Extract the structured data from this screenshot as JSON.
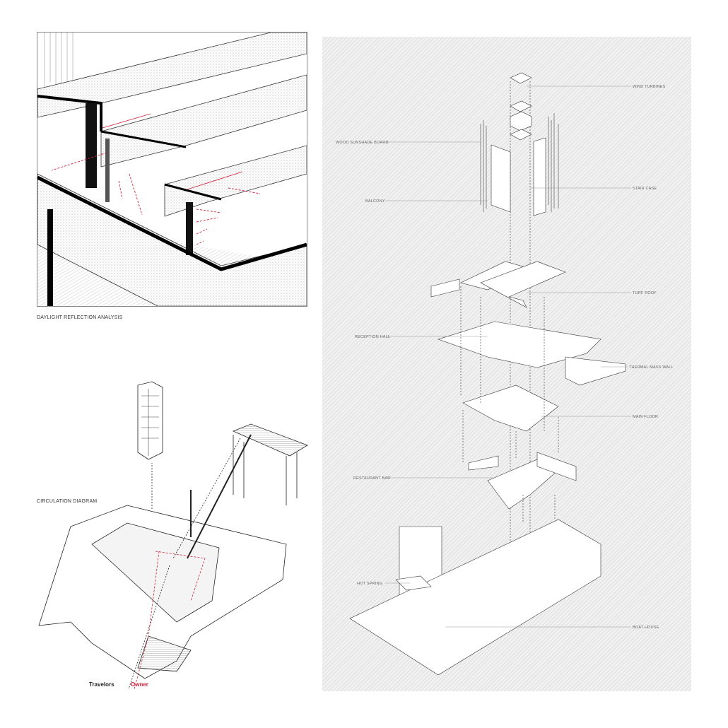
{
  "captions": {
    "daylight": "DAYLIGHT REFLECTION ANALYSIS",
    "circulation": "CIRCULATION DIAGRAM"
  },
  "legend": {
    "travelors": "Travelors",
    "owner": "Owner",
    "travelors_color": "#222222",
    "owner_color": "#d0203a"
  },
  "exploded_labels": {
    "wind_turbines": "WIND TURBINES",
    "wood_sunshade": "WOOD SUNSHADE BOARD",
    "stair_case": "STAIR CASE",
    "balcony": "BALCONY",
    "turf_roof": "TURF ROOF",
    "reception_hall": "RECEPTION HALL",
    "thermal_mass_wall": "THERMAL MASS WALL",
    "main_floor": "MAIN FLOOR",
    "restaurant_bar": "RESTAURANT BAR",
    "hot_spring": "HOT SPRING",
    "boat_house": "BOAT HOUSE"
  }
}
